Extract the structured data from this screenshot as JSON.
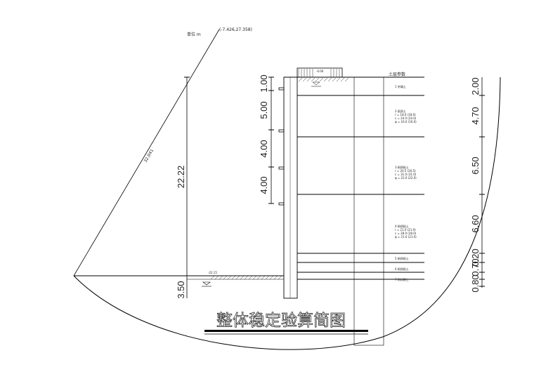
{
  "units_label": "单位 m",
  "circle_center": "(-7.426,27.358)",
  "radius_label": "32.041",
  "total_depth": "22.22",
  "excavation_depths": [
    "1.00",
    "5.00",
    "4.00",
    "4.00"
  ],
  "embed_depth": "3.50",
  "ground_level": "-0.00",
  "bottom_level": "-22.15",
  "layer_thicknesses": [
    "2.00",
    "4.70",
    "6.50",
    "6.60",
    "0.20",
    "0.70",
    "0.80"
  ],
  "soil_header": "土层参数",
  "soil_layers": [
    {
      "name": "1 杂填土",
      "params": []
    },
    {
      "name": "2 粘质土",
      "params": [
        "r = 18.0 (18.0)",
        "c = 24.0 (24.0)",
        "φ = 16.0 (16.0)"
      ]
    },
    {
      "name": "3 粉质粘土",
      "params": [
        "r = 20.5 (20.5)",
        "c = 31.0 (31.0)",
        "φ = 22.0 (22.0)"
      ]
    },
    {
      "name": "4 粉质粘土",
      "params": [
        "r = 21.0 (21.0)",
        "c = 28.0 (28.0)",
        "φ = 21.0 (21.0)"
      ]
    },
    {
      "name": "5 粉质粘土",
      "params": []
    },
    {
      "name": "6 粉质粘土",
      "params": []
    },
    {
      "name": "7 粉质粘土",
      "params": []
    }
  ],
  "title": "整体稳定验算简图"
}
